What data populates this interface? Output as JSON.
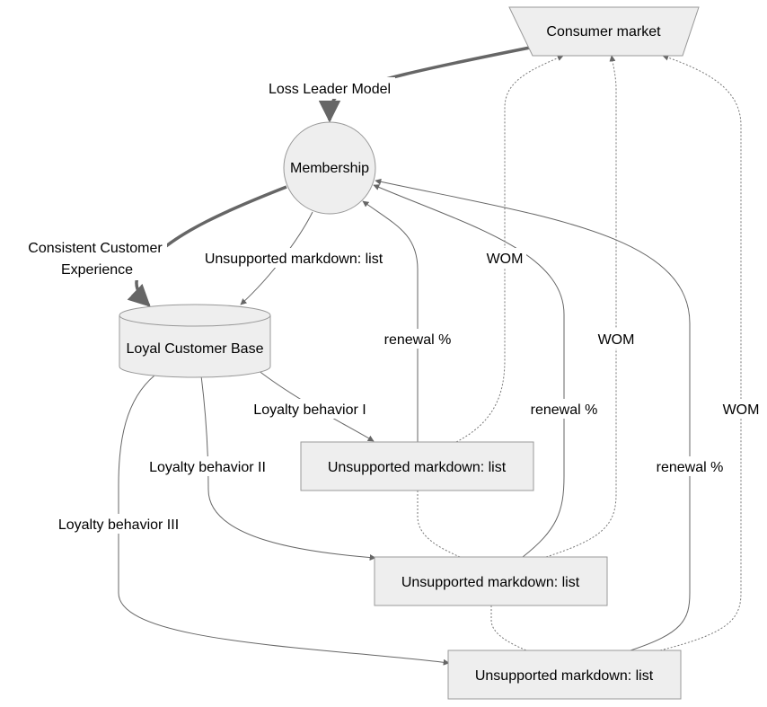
{
  "nodes": {
    "consumer_market": "Consumer market",
    "membership": "Membership",
    "loyal_customer_base": "Loyal Customer Base",
    "markdown_1": "Unsupported markdown: list",
    "markdown_2": "Unsupported markdown: list",
    "markdown_3": "Unsupported markdown: list"
  },
  "edges": {
    "loss_leader": "Loss Leader Model",
    "consistent_experience_line1": "Consistent Customer",
    "consistent_experience_line2": "Experience",
    "membership_to_base": "Unsupported markdown: list",
    "loyalty_1": "Loyalty behavior I",
    "loyalty_2": "Loyalty behavior II",
    "loyalty_3": "Loyalty behavior III",
    "renewal_1": "renewal %",
    "renewal_2": "renewal %",
    "renewal_3": "renewal %",
    "wom_1": "WOM",
    "wom_2": "WOM",
    "wom_3": "WOM"
  },
  "colors": {
    "node_fill": "#eeeeee",
    "node_stroke": "#999999",
    "edge": "#666666"
  }
}
